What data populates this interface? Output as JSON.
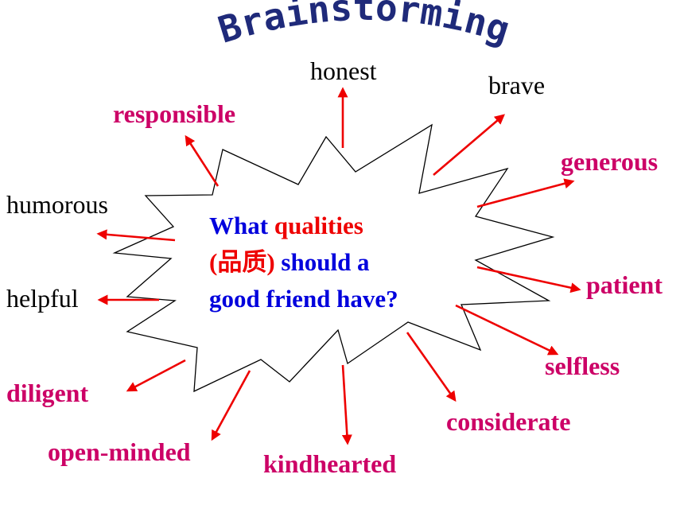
{
  "title": "Brainstorming",
  "question": {
    "segments": [
      {
        "text": "What ",
        "color": "#0000dd"
      },
      {
        "text": "qualities",
        "color": "#ee0000"
      },
      {
        "text": "(品质)",
        "color": "#ee0000"
      },
      {
        "text": " should a",
        "color": "#0000dd"
      },
      {
        "text": "good friend have?",
        "color": "#0000dd"
      }
    ]
  },
  "qualities": {
    "honest": "honest",
    "brave": "brave",
    "responsible": "responsible",
    "generous": "generous",
    "humorous": "humorous",
    "helpful": "helpful",
    "patient": "patient",
    "selfless": "selfless",
    "diligent": "diligent",
    "considerate": "considerate",
    "open_minded": "open-minded",
    "kindhearted": "kindhearted"
  },
  "colors": {
    "title": "#1f2a7a",
    "plain_word": "#000000",
    "highlight_word": "#cc0066",
    "arrow": "#ee0000",
    "burst_outline": "#000000"
  }
}
